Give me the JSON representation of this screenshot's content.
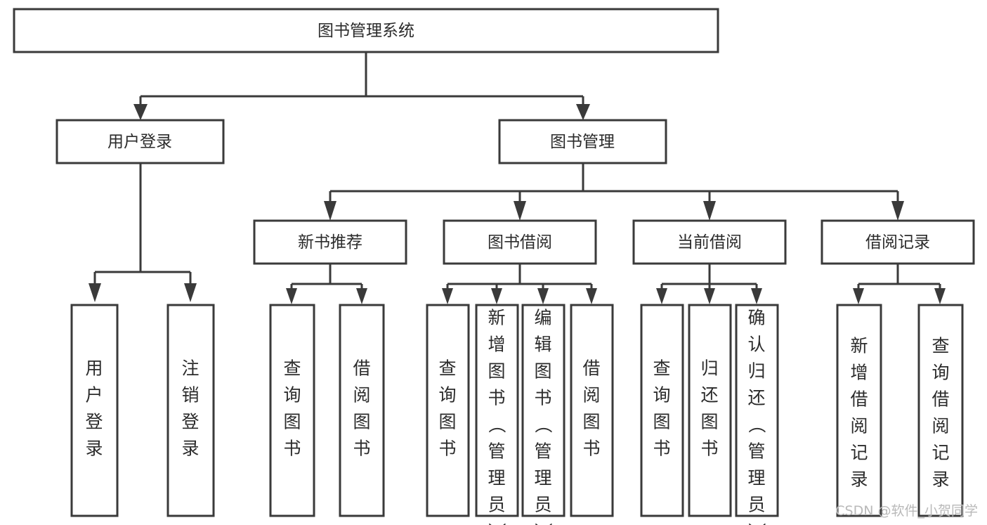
{
  "diagram": {
    "title": "图书管理系统",
    "type": "tree-hierarchy-diagram",
    "colors": {
      "box_stroke": "#3a3a3a",
      "box_fill": "#ffffff",
      "connector": "#3a3a3a",
      "text": "#2b2b2b",
      "background": "#ffffff",
      "watermark": "#b9b9b9"
    },
    "root": {
      "label": "图书管理系统"
    },
    "level2": [
      {
        "label": "用户登录"
      },
      {
        "label": "图书管理"
      }
    ],
    "level3": [
      {
        "label": "新书推荐"
      },
      {
        "label": "图书借阅"
      },
      {
        "label": "当前借阅"
      },
      {
        "label": "借阅记录"
      }
    ],
    "leaves": {
      "user_login": [
        {
          "label": "用户登录"
        },
        {
          "label": "注销登录"
        }
      ],
      "new_book_recommend": [
        {
          "label": "查询图书"
        },
        {
          "label": "借阅图书"
        }
      ],
      "book_borrow": [
        {
          "label": "查询图书"
        },
        {
          "label": "新增图书（管理员）"
        },
        {
          "label": "编辑图书（管理员）"
        },
        {
          "label": "借阅图书"
        }
      ],
      "current_borrow": [
        {
          "label": "查询图书"
        },
        {
          "label": "归还图书"
        },
        {
          "label": "确认归还（管理员）"
        }
      ],
      "borrow_record": [
        {
          "label": "新增借阅记录"
        },
        {
          "label": "查询借阅记录"
        }
      ]
    },
    "watermark": "CSDN @软件_小贺同学"
  }
}
